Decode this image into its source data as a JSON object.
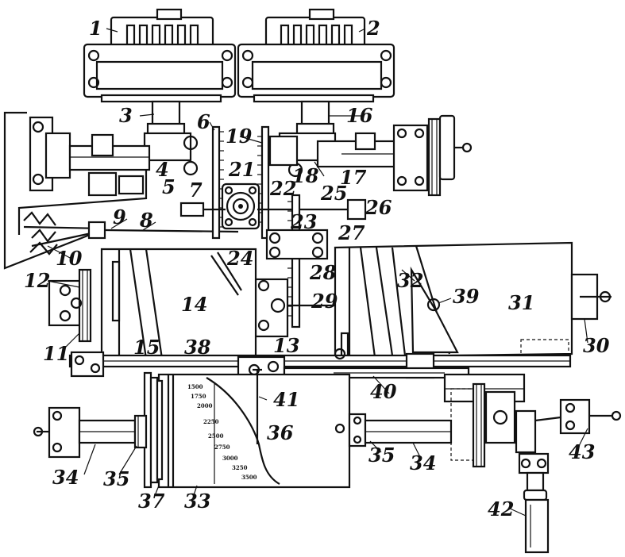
{
  "labels": [
    {
      "key": "l1",
      "text": "1"
    },
    {
      "key": "l2",
      "text": "2"
    },
    {
      "key": "l3",
      "text": "3"
    },
    {
      "key": "l4",
      "text": "4"
    },
    {
      "key": "l5",
      "text": "5"
    },
    {
      "key": "l6",
      "text": "6"
    },
    {
      "key": "l7",
      "text": "7"
    },
    {
      "key": "l8",
      "text": "8"
    },
    {
      "key": "l9",
      "text": "9"
    },
    {
      "key": "l10",
      "text": "10"
    },
    {
      "key": "l11",
      "text": "11"
    },
    {
      "key": "l12",
      "text": "12"
    },
    {
      "key": "l13",
      "text": "13"
    },
    {
      "key": "l14",
      "text": "14"
    },
    {
      "key": "l15",
      "text": "15"
    },
    {
      "key": "l16",
      "text": "16"
    },
    {
      "key": "l17",
      "text": "17"
    },
    {
      "key": "l18",
      "text": "18"
    },
    {
      "key": "l19",
      "text": "19"
    },
    {
      "key": "l21",
      "text": "21"
    },
    {
      "key": "l22",
      "text": "22"
    },
    {
      "key": "l23",
      "text": "23"
    },
    {
      "key": "l24",
      "text": "24"
    },
    {
      "key": "l25",
      "text": "25"
    },
    {
      "key": "l26",
      "text": "26"
    },
    {
      "key": "l27",
      "text": "27"
    },
    {
      "key": "l28",
      "text": "28"
    },
    {
      "key": "l29",
      "text": "29"
    },
    {
      "key": "l30",
      "text": "30"
    },
    {
      "key": "l31",
      "text": "31"
    },
    {
      "key": "l32",
      "text": "32"
    },
    {
      "key": "l33",
      "text": "33"
    },
    {
      "key": "l34a",
      "text": "34"
    },
    {
      "key": "l34b",
      "text": "34"
    },
    {
      "key": "l35a",
      "text": "35"
    },
    {
      "key": "l35b",
      "text": "35"
    },
    {
      "key": "l36",
      "text": "36"
    },
    {
      "key": "l37",
      "text": "37"
    },
    {
      "key": "l38",
      "text": "38"
    },
    {
      "key": "l39",
      "text": "39"
    },
    {
      "key": "l40",
      "text": "40"
    },
    {
      "key": "l41",
      "text": "41"
    },
    {
      "key": "l42",
      "text": "42"
    },
    {
      "key": "l43",
      "text": "43"
    }
  ],
  "drum_scale": [
    "1500",
    "1750",
    "2000",
    "2250",
    "2500",
    "2750",
    "3000",
    "3250",
    "3500"
  ]
}
